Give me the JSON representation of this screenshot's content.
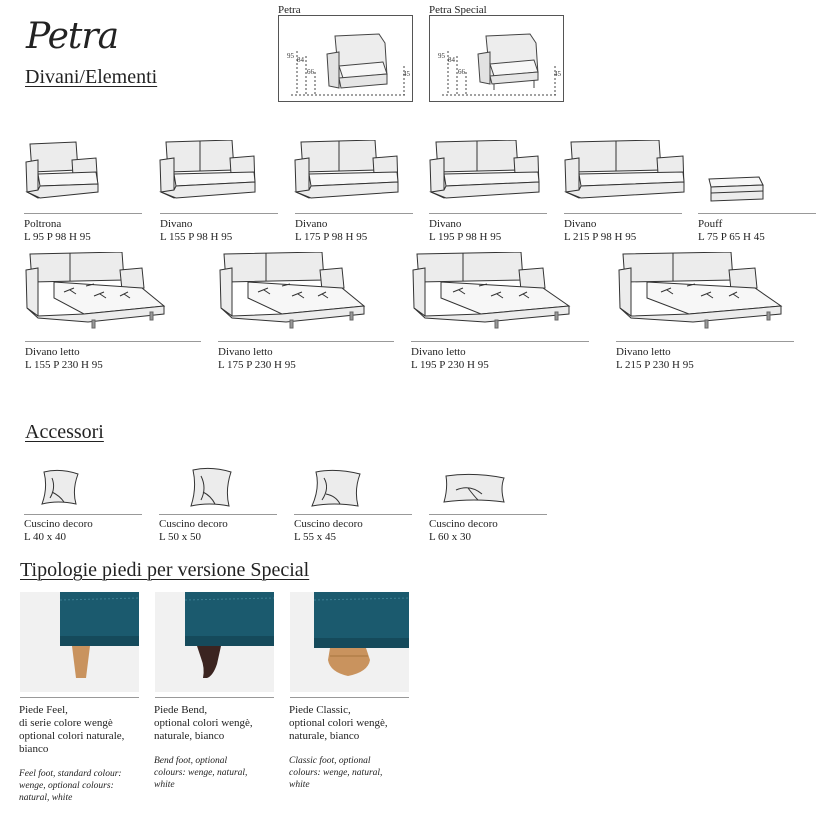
{
  "header": {
    "brand": "Petra",
    "section_models": "Divani/Elementi"
  },
  "dimension_boxes": [
    {
      "label": "Petra",
      "dims": [
        "95",
        "84",
        "66",
        "45"
      ]
    },
    {
      "label": "Petra Special",
      "dims": [
        "95",
        "84",
        "66",
        "45"
      ]
    }
  ],
  "elements_row1": [
    {
      "name": "Poltrona",
      "size": "L 95 P 98 H 95"
    },
    {
      "name": "Divano",
      "size": "L 155 P 98 H 95"
    },
    {
      "name": "Divano",
      "size": "L 175 P 98 H 95"
    },
    {
      "name": "Divano",
      "size": "L 195 P 98 H 95"
    },
    {
      "name": "Divano",
      "size": "L 215 P 98 H 95"
    },
    {
      "name": "Pouff",
      "size": "L 75 P 65 H 45"
    }
  ],
  "elements_row2": [
    {
      "name": "Divano letto",
      "size": "L 155 P 230 H 95"
    },
    {
      "name": "Divano letto",
      "size": "L 175 P 230 H 95"
    },
    {
      "name": "Divano letto",
      "size": "L 195 P 230 H 95"
    },
    {
      "name": "Divano letto",
      "size": "L 215 P 230 H 95"
    }
  ],
  "accessories": {
    "title": "Accessori",
    "items": [
      {
        "name": "Cuscino decoro",
        "size": "L 40 x 40"
      },
      {
        "name": "Cuscino decoro",
        "size": "L 50 x 50"
      },
      {
        "name": "Cuscino decoro",
        "size": "L 55 x 45"
      },
      {
        "name": "Cuscino decoro",
        "size": "L 60 x 30"
      }
    ]
  },
  "feet": {
    "title": "Tipologie piedi per versione Special",
    "colors": {
      "fabric": "#1b5a6e",
      "wenge": "#3b2420",
      "natural": "#c9935e"
    },
    "items": [
      {
        "name": "Piede Feel,",
        "it_lines": [
          "di serie colore wengè",
          "optional colori naturale,",
          "bianco"
        ],
        "en_lines": [
          "Feel foot, standard colour:",
          "wenge, optional colours:",
          "natural, white"
        ]
      },
      {
        "name": "Piede Bend,",
        "it_lines": [
          "optional colori wengè,",
          "naturale, bianco"
        ],
        "en_lines": [
          "Bend foot, optional",
          "colours: wenge, natural,",
          "white"
        ]
      },
      {
        "name": "Piede Classic,",
        "it_lines": [
          "optional colori wengè,",
          "naturale, bianco"
        ],
        "en_lines": [
          "Classic foot, optional",
          "colours: wenge, natural,",
          "white"
        ]
      }
    ]
  }
}
